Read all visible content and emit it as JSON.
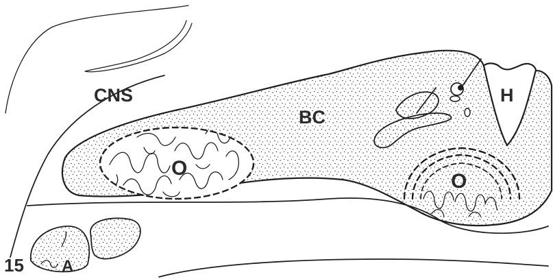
{
  "labels": {
    "cns": "CNS",
    "bc": "BC",
    "h": "H",
    "o_left": "O",
    "o_right": "O",
    "a": "A",
    "figure_number": "15"
  },
  "colors": {
    "ink": "#1f1f1f",
    "label": "#2b2b2b",
    "background": "#ffffff"
  }
}
